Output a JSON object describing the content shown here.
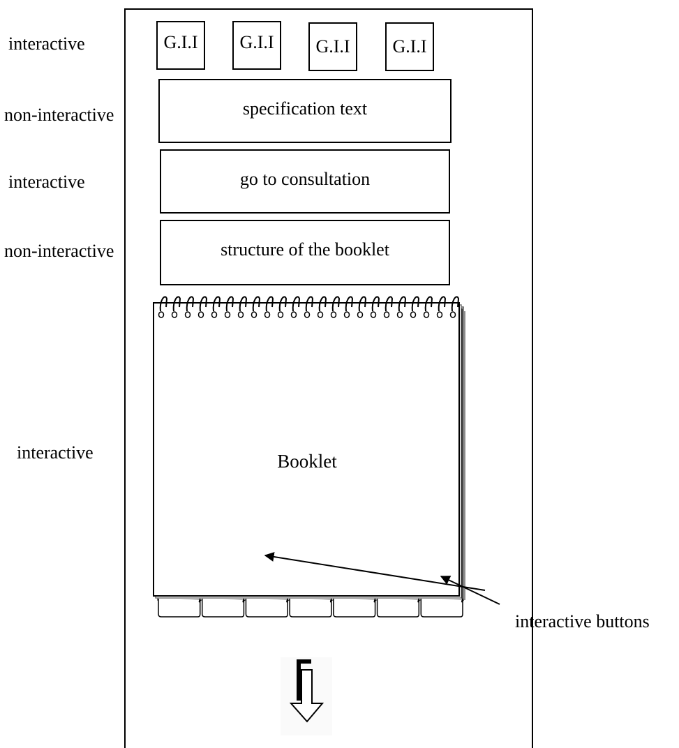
{
  "side_labels": {
    "gii_row": "interactive",
    "specification": "non-interactive",
    "consultation": "interactive",
    "structure": "non-interactive",
    "booklet": "interactive",
    "buttons": "interactive buttons"
  },
  "gii_buttons": [
    "G.I.I",
    "G.I.I",
    "G.I.I",
    "G.I.I"
  ],
  "specification_text": "specification text",
  "consultation_button": "go to consultation",
  "structure_text": "structure of the booklet",
  "booklet_label": "Booklet",
  "tab_count": 7,
  "spiral_ring_count": 23
}
